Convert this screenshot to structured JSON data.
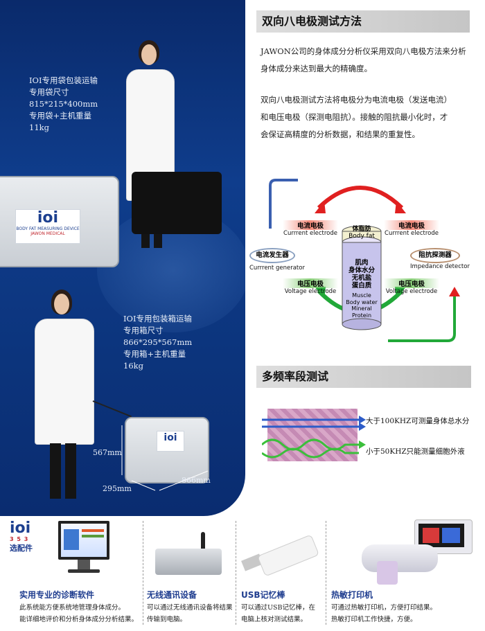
{
  "left": {
    "bag_caption": {
      "title": "IOI专用袋包装运输",
      "size_label": "专用袋尺寸",
      "size_value": "815*215*400mm",
      "weight_label": "专用袋+主机重量",
      "weight_value": "11kg"
    },
    "case_caption": {
      "title": "IOI专用包装箱运输",
      "size_label": "专用箱尺寸",
      "size_value": "866*295*567mm",
      "weight_label": "专用箱+主机重量",
      "weight_value": "16kg"
    },
    "device_label": {
      "logo": "ioi",
      "name": "BODY FAT MEASURING DEVICE",
      "brand": "JAWON MEDICAL"
    },
    "dimensions": {
      "height": "567mm",
      "depth": "295mm",
      "width": "866mm"
    }
  },
  "method": {
    "title": "双向八电极测试方法",
    "para1": [
      "JAWON公司的身体成分分析仪采用双向八电极方法来分析",
      "身体成分来达到最大的精确度。"
    ],
    "para2": [
      "双向八电极测试方法将电极分为电流电极（发送电流）",
      "和电压电极（探测电阻抗）。接触的阻抗最小化时，才",
      "会保证高精度的分析数据，和结果的重复性。"
    ]
  },
  "diagram": {
    "current_left_cn": "电流电极",
    "current_left_en": "Currrent electrode",
    "current_right_cn": "电流电极",
    "current_right_en": "Currrent electrode",
    "voltage_left_cn": "电压电极",
    "voltage_left_en": "Voltage electrode",
    "voltage_right_cn": "电压电极",
    "voltage_right_en": "Voltage electrode",
    "generator_cn": "电流发生器",
    "generator_en": "Currrent generator",
    "detector_cn": "阻抗探测器",
    "detector_en": "Impedance detector",
    "fat_cn": "体脂肪",
    "fat_en": "Body fat",
    "core_cn": [
      "肌肉",
      "身体水分",
      "无机盐",
      "蛋白质"
    ],
    "core_en": [
      "Muscle",
      "Body water",
      "Mineral",
      "Protein"
    ],
    "colors": {
      "red": "#e02020",
      "green": "#21a838",
      "blue": "#3a5fb0"
    }
  },
  "multi": {
    "title": "多频率段测试",
    "above": "大于100KHZ可测量身体总水分",
    "below": "小于50KHZ只能测量细胞外液"
  },
  "accessories": {
    "logo": "ioi",
    "model": "3 5 3",
    "label": "选配件",
    "items": [
      {
        "title": "实用专业的诊断软件",
        "lines": [
          "此系统能方便系统地管理身体成分。",
          "能详细地评价和分析身体成分分析结果。"
        ]
      },
      {
        "title": "无线通讯设备",
        "lines": [
          "可以通过无线通讯设备将结果",
          "传输到电脑。"
        ]
      },
      {
        "title": "USB记忆棒",
        "lines": [
          "可以通过USB记忆棒，在",
          "电脑上核对测试结果。"
        ]
      },
      {
        "title": "热敏打印机",
        "lines": [
          "可通过热敏打印机，方便打印结果。",
          "热敏打印机工作快捷，方便。"
        ]
      }
    ]
  }
}
